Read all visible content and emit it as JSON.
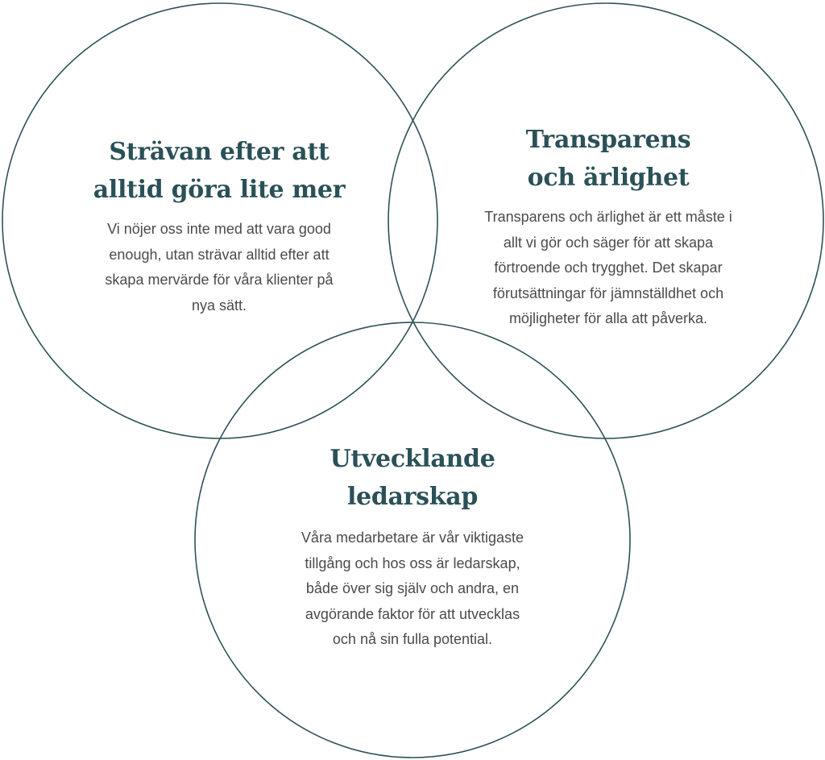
{
  "colors": {
    "circle_stroke": "#2e5158",
    "heading": "#2a5157",
    "body_text": "#4a4a4a"
  },
  "circles": [
    {
      "heading": [
        "Strävan efter att",
        "alltid göra lite mer"
      ],
      "body": [
        "Vi nöjer oss inte med att vara good",
        "enough, utan strävar alltid efter att",
        "skapa mervärde för våra klienter på",
        "nya sätt."
      ]
    },
    {
      "heading": [
        "Transparens",
        "och ärlighet"
      ],
      "body": [
        "Transparens och ärlighet är ett måste i",
        "allt vi gör och säger för att skapa",
        "förtroende och trygghet. Det skapar",
        "förutsättningar för jämnställdhet och",
        "möjligheter för alla att påverka."
      ]
    },
    {
      "heading": [
        "Utvecklande",
        "ledarskap"
      ],
      "body": [
        "Våra medarbetare är vår viktigaste",
        "tillgång och hos oss är ledarskap,",
        "både över sig själv och andra, en",
        "avgörande faktor för att utvecklas",
        "och nå sin fulla potential."
      ]
    }
  ]
}
